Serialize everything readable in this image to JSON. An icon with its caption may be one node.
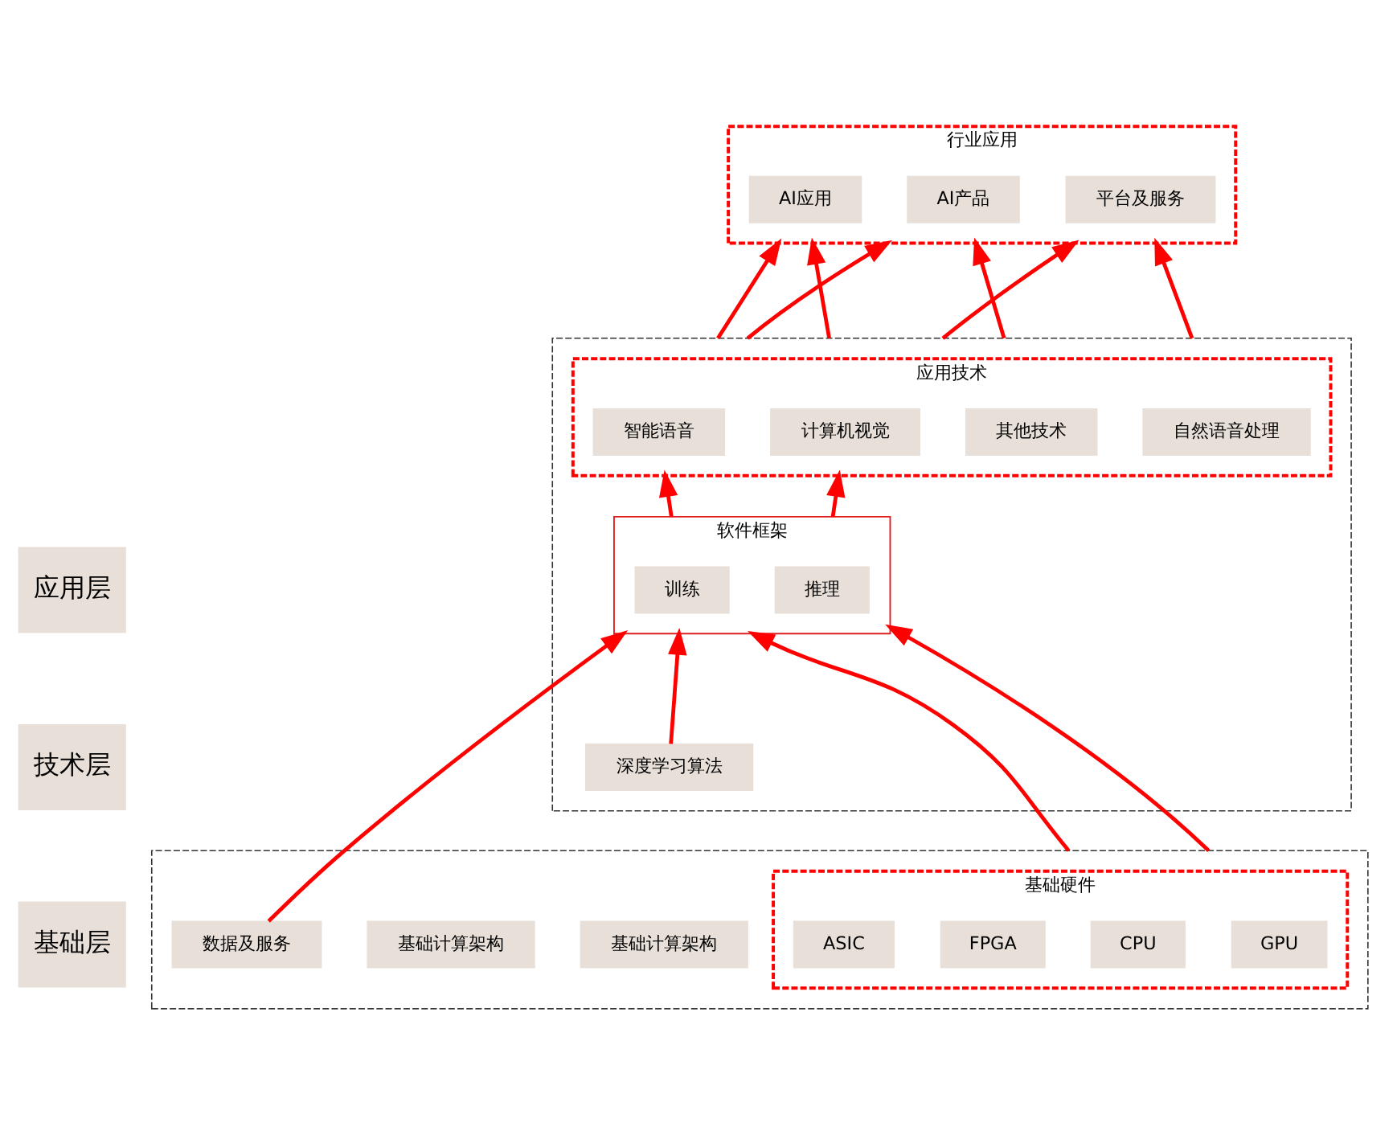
{
  "diagram": {
    "nodes": [
      {
        "text": [
          "应用层"
        ]
      },
      {
        "text": [
          "行业应用"
        ]
      },
      {
        "text": [
          "AI产品"
        ],
        "in": 1
      },
      {
        "text": [
          "AI应用"
        ],
        "in": 1
      },
      {
        "text": [
          "平台及服务"
        ],
        "in": 1
      },
      {
        "text": [
          "技术层"
        ]
      },
      {
        "text": [],
        "shape": "box"
      },
      {
        "text": [
          "应用技术"
        ],
        "in": 6
      },
      {
        "text": [
          "智能语音"
        ],
        "in": 7
      },
      {
        "text": [
          "计算机视觉"
        ],
        "in": 7
      },
      {
        "text": [
          "自然语音处理"
        ],
        "in": 7
      },
      {
        "text": [
          "其他技术"
        ],
        "in": 7
      },
      {
        "text": [
          "深度学习算法"
        ],
        "in": 6
      },
      {
        "text": [
          "软件框架"
        ],
        "in": 6
      },
      {
        "text": [
          "训练"
        ],
        "in": 13
      },
      {
        "text": [
          "推理"
        ],
        "in": 13
      },
      {
        "text": [
          "基础层"
        ]
      },
      {
        "text": [],
        "shape": "box"
      },
      {
        "text": [
          "数据及服务"
        ],
        "in": 17
      },
      {
        "text": [
          "基础计算架构"
        ],
        "in": 17
      },
      {
        "text": [
          "基础硬件"
        ],
        "in": 17
      },
      {
        "text": [
          "基础计算架构"
        ],
        "in": 17
      },
      {
        "text": [
          "CPU"
        ],
        "in": 20
      },
      {
        "text": [
          "GPU"
        ],
        "in": 20
      },
      {
        "text": [
          "FPGA"
        ],
        "in": 20
      },
      {
        "text": [
          "ASIC"
        ],
        "in": 20
      }
    ],
    "edges": [
      {
        "from": 6,
        "to": 1,
        "arrow": "to"
      },
      {
        "from": 6,
        "to": 1,
        "arrow": "to"
      },
      {
        "from": 6,
        "to": 1,
        "arrow": "to"
      },
      {
        "from": 6,
        "to": 1,
        "arrow": "to"
      },
      {
        "from": 6,
        "to": 1,
        "arrow": "to"
      },
      {
        "from": 6,
        "to": 1,
        "arrow": "to"
      },
      {
        "from": 13,
        "to": 7,
        "arrow": "to"
      },
      {
        "from": 13,
        "to": 7,
        "arrow": "to"
      },
      {
        "from": 12,
        "to": 13,
        "arrow": "to"
      },
      {
        "from": 18,
        "to": 13,
        "arrow": "to"
      },
      {
        "from": 17,
        "to": 13,
        "arrow": "to"
      },
      {
        "from": 17,
        "to": 13,
        "arrow": "to"
      }
    ]
  }
}
